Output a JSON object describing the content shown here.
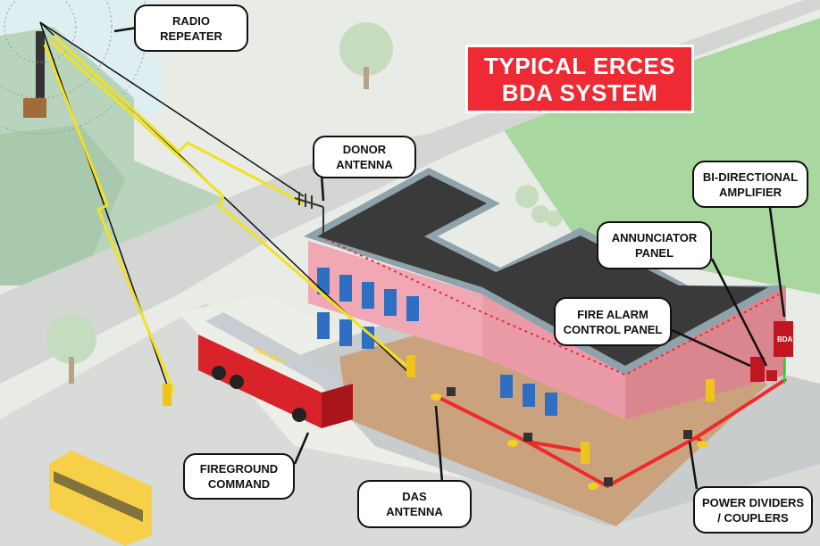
{
  "title": {
    "line1": "TYPICAL ERCES",
    "line2": "BDA SYSTEM"
  },
  "callouts": {
    "radio_repeater": {
      "line1": "RADIO",
      "line2": "REPEATER"
    },
    "donor_antenna": {
      "line1": "DONOR",
      "line2": "ANTENNA"
    },
    "bda": {
      "line1": "BI-DIRECTIONAL",
      "line2": "AMPLIFIER"
    },
    "annunciator": {
      "line1": "ANNUNCIATOR",
      "line2": "PANEL"
    },
    "facp": {
      "line1": "FIRE ALARM",
      "line2": "CONTROL PANEL"
    },
    "fireground": {
      "line1": "FIREGROUND",
      "line2": "COMMAND"
    },
    "das": {
      "line1": "DAS",
      "line2": "ANTENNA"
    },
    "dividers": {
      "line1": "POWER DIVIDERS",
      "line2": "/ COUPLERS"
    }
  },
  "labels": {
    "bda_box": "BDA",
    "truck": "FIRE DEPT"
  },
  "colors": {
    "accent_red": "#ee2a35",
    "building_pink": "#f0a9b4",
    "roof": "#3a3a3a",
    "cable": "#ee2a2a",
    "grass": "#c8dcc0"
  }
}
